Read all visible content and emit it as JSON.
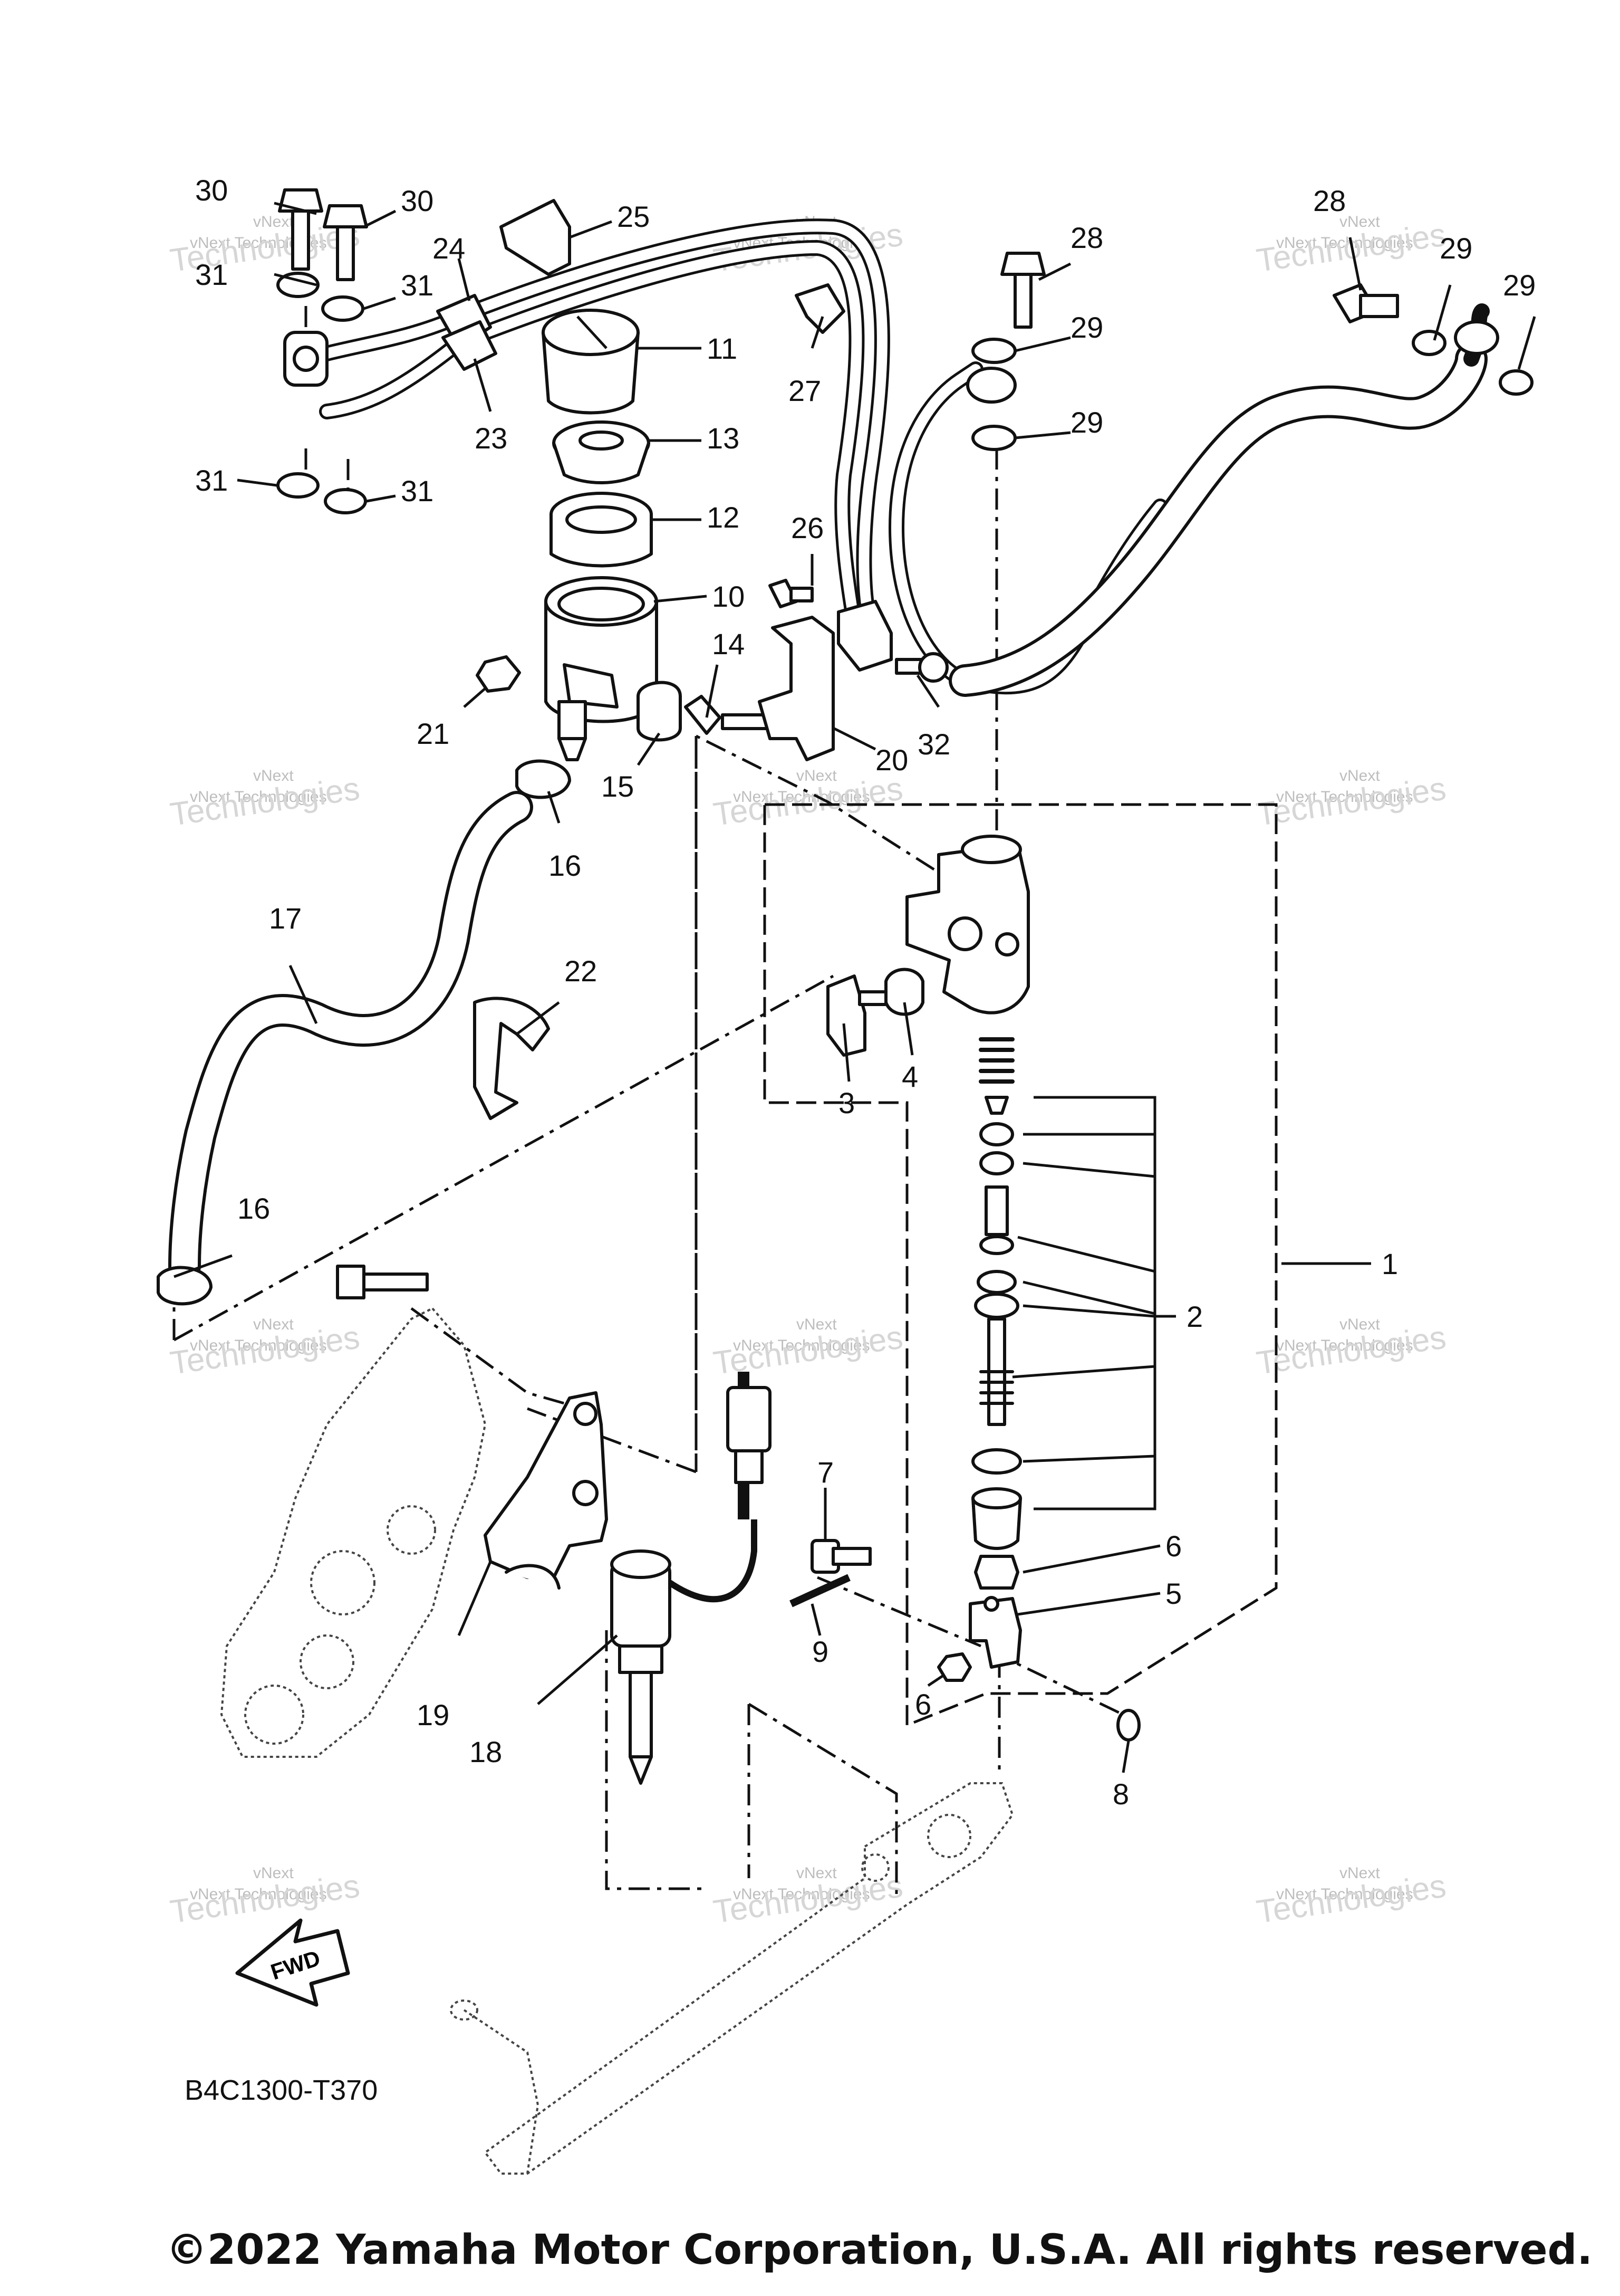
{
  "diagram": {
    "code": "B4C1300-T370",
    "fwd_label": "FWD",
    "footer": "©2022 Yamaha Motor Corporation, U.S.A. All rights reserved.",
    "watermark": {
      "line1": "vNext",
      "line2": "vNext Technologies",
      "line3": "Technologies"
    },
    "callouts": {
      "c1": "1",
      "c2": "2",
      "c3": "3",
      "c4": "4",
      "c5": "5",
      "c6a": "6",
      "c6b": "6",
      "c7": "7",
      "c8": "8",
      "c9": "9",
      "c10": "10",
      "c11": "11",
      "c12": "12",
      "c13": "13",
      "c14": "14",
      "c15": "15",
      "c16a": "16",
      "c16b": "16",
      "c17": "17",
      "c18": "18",
      "c19": "19",
      "c20": "20",
      "c21": "21",
      "c22": "22",
      "c23": "23",
      "c24": "24",
      "c25": "25",
      "c26": "26",
      "c27": "27",
      "c28a": "28",
      "c28b": "28",
      "c29a": "29",
      "c29b": "29",
      "c29c": "29",
      "c29d": "29",
      "c30a": "30",
      "c30b": "30",
      "c31a": "31",
      "c31b": "31",
      "c31c": "31",
      "c31d": "31",
      "c32": "32"
    }
  }
}
